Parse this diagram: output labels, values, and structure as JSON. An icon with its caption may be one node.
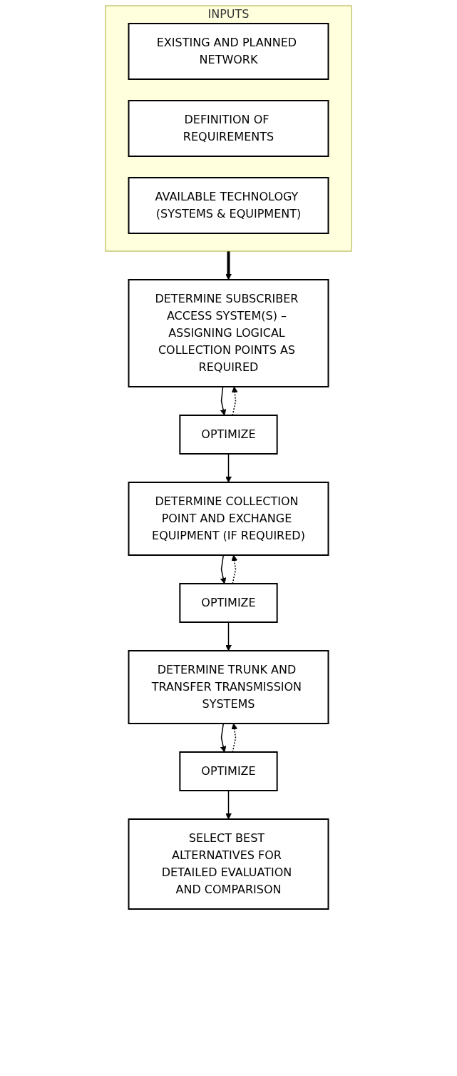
{
  "diagram": {
    "nodes": [
      {
        "text": [
          "INPUTS"
        ]
      },
      {
        "text": [
          "EXISTING AND PLANNED NETWORK"
        ],
        "in": 0
      },
      {
        "text": [
          "DEFINITION OF REQUIREMENTS"
        ],
        "in": 0
      },
      {
        "text": [
          "AVAILABLE TECHNOLOGY (SYSTEMS & EQUIPMENT)"
        ],
        "in": 0
      },
      {
        "text": [
          "DETERMINE SUBSCRIBER ACCESS SYSTEM(S) – ASSIGNING LOGICAL COLLECTION POINTS AS REQUIRED"
        ]
      },
      {
        "text": [
          "OPTIMIZE"
        ]
      },
      {
        "text": [
          "DETERMINE COLLECTION POINT AND EXCHANGE EQUIPMENT (IF REQUIRED)"
        ]
      },
      {
        "text": [
          "OPTIMIZE"
        ]
      },
      {
        "text": [
          "DETERMINE TRUNK AND TRANSFER TRANSMISSION SYSTEMS"
        ]
      },
      {
        "text": [
          "OPTIMIZE"
        ]
      },
      {
        "text": [
          "SELECT BEST ALTERNATIVES FOR DETAILED EVALUATION AND COMPARISON"
        ]
      }
    ],
    "edges": [
      {
        "from": 0,
        "to": 4,
        "arrow": "to",
        "style": "thick"
      },
      {
        "from": 4,
        "to": 5,
        "arrow": "to"
      },
      {
        "from": 5,
        "to": 4,
        "arrow": "to",
        "style": "dashed"
      },
      {
        "from": 5,
        "to": 6,
        "arrow": "to"
      },
      {
        "from": 6,
        "to": 7,
        "arrow": "to"
      },
      {
        "from": 7,
        "to": 6,
        "arrow": "to",
        "style": "dashed"
      },
      {
        "from": 7,
        "to": 8,
        "arrow": "to"
      },
      {
        "from": 8,
        "to": 9,
        "arrow": "to"
      },
      {
        "from": 9,
        "to": 8,
        "arrow": "to",
        "style": "dashed"
      },
      {
        "from": 9,
        "to": 10,
        "arrow": "to"
      }
    ]
  }
}
